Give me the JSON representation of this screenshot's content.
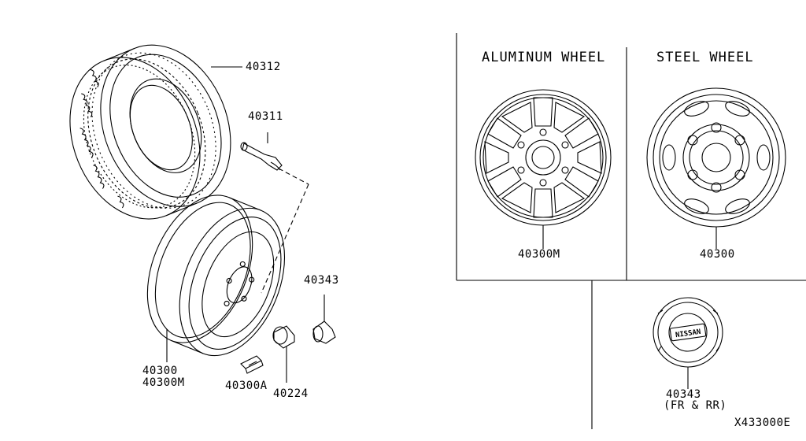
{
  "panels": {
    "aluminum_title": "ALUMINUM WHEEL",
    "steel_title": "STEEL WHEEL"
  },
  "parts": {
    "tire": "40312",
    "valve": "40311",
    "wheel_line1": "40300",
    "wheel_line2": "40300M",
    "balance_weight": "40300A",
    "nut": "40224",
    "cap_small": "40343",
    "aluminum_wheel": "40300M",
    "steel_wheel": "40300",
    "center_cap": "40343",
    "center_cap_note": "(FR & RR)"
  },
  "cap_logo": "NISSAN",
  "diagram_code": "X433000E"
}
